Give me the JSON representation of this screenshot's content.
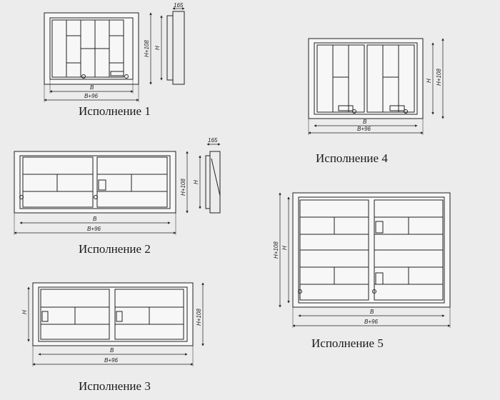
{
  "captions": {
    "v1": "Исполнение 1",
    "v2": "Исполнение 2",
    "v3": "Исполнение 3",
    "v4": "Исполнение 4",
    "v5": "Исполнение 5"
  },
  "dims": {
    "b": "B",
    "b96": "B+96",
    "h": "H",
    "h108": "H+108",
    "depth": "165"
  }
}
